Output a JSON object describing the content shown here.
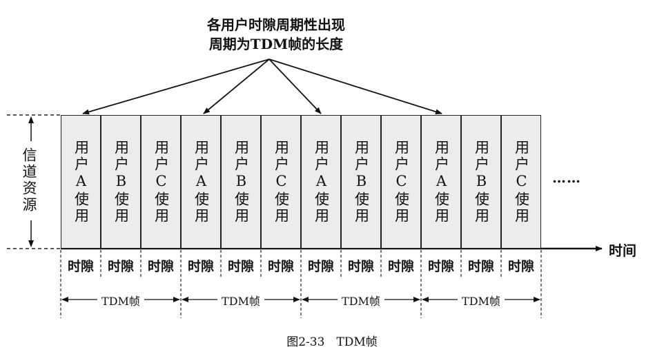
{
  "title_lines": [
    "各用户时隙周期性出现",
    "周期为TDM帧的长度"
  ],
  "y_axis_label": "信道资源",
  "x_axis_label": "时间",
  "slots": [
    "用户A使用",
    "用户B使用",
    "用户C使用",
    "用户A使用",
    "用户B使用",
    "用户C使用",
    "用户A使用",
    "用户B使用",
    "用户C使用",
    "用户A使用",
    "用户B使用",
    "用户C使用"
  ],
  "slot_label": "时隙",
  "frame_label": "TDM帧",
  "frame_count": 4,
  "continuation": "……",
  "caption": "图2-33　TDM帧"
}
